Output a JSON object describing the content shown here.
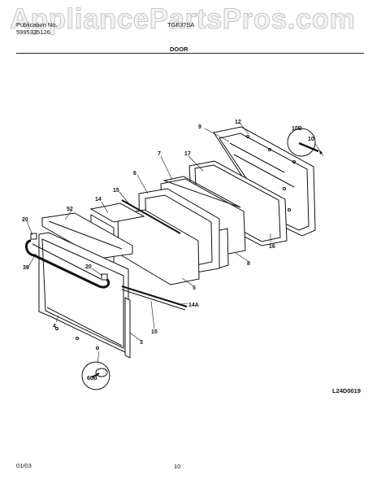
{
  "watermark": "AppliancePartsPros.com",
  "header": {
    "publication_label": "Publication No.",
    "publication_number": "5995335126",
    "model": "TGF3?SA",
    "section_title": "DOOR"
  },
  "diagram": {
    "callouts": [
      "9",
      "12",
      "10B",
      "10",
      "7",
      "17",
      "6",
      "15",
      "14",
      "52",
      "20",
      "39",
      "20",
      "4",
      "3",
      "15",
      "14A",
      "5",
      "8",
      "16",
      "60B"
    ],
    "code": "L24D0019"
  },
  "footer": {
    "date": "01/03",
    "page": "10"
  }
}
